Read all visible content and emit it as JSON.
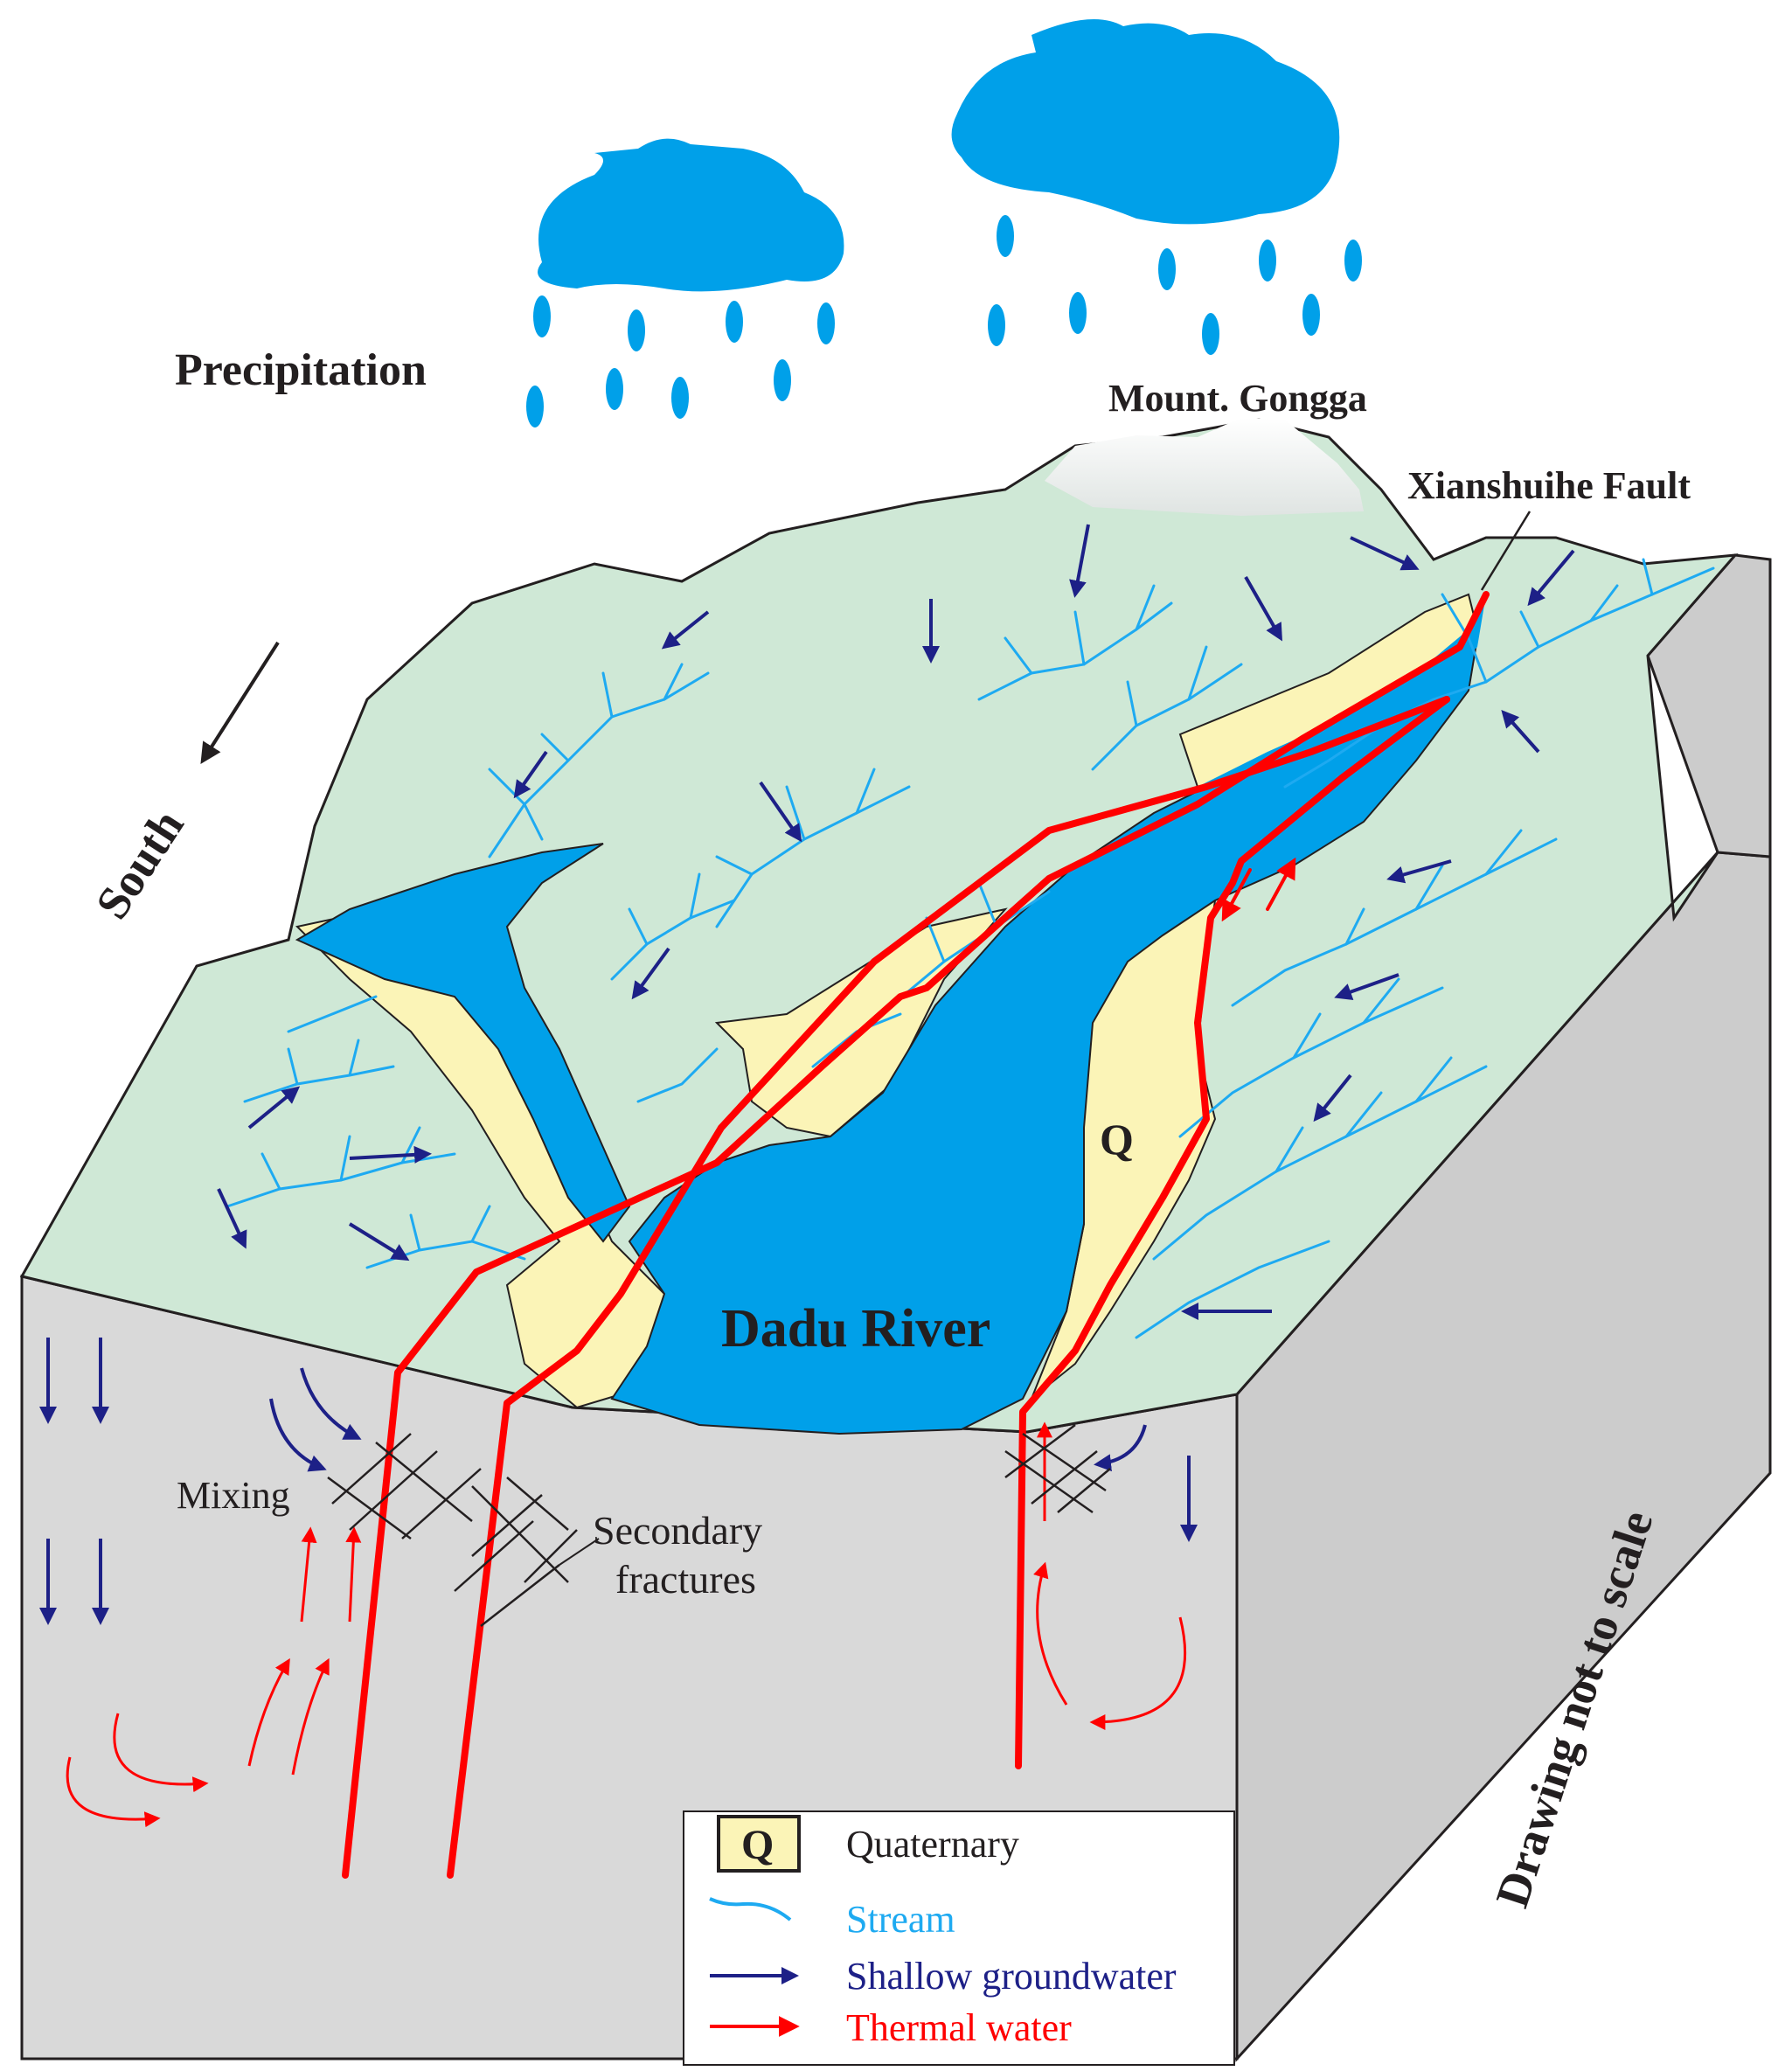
{
  "labels": {
    "precipitation": "Precipitation",
    "mountain": "Mount. Gongga",
    "fault": "Xianshuihe Fault",
    "south": "South",
    "river": "Dadu River",
    "quaternary_mark": "Q",
    "mixing": "Mixing",
    "secondary_line1": "Secondary",
    "secondary_line2": "fractures",
    "scale_note": "Drawing not to scale"
  },
  "legend": {
    "items": [
      {
        "symbol": "Q",
        "label": "Quaternary"
      },
      {
        "label": "Stream"
      },
      {
        "label": "Shallow groundwater"
      },
      {
        "label": "Thermal water"
      }
    ]
  },
  "colors": {
    "cloud": "#00a0e9",
    "river": "#00a0e9",
    "stream": "#1eaaf1",
    "terrain": "#cfe8d6",
    "quaternary": "#fbf4b7",
    "block_side": "#d9d9d9",
    "block_right": "#cccccc",
    "groundwater_arrow": "#1d2087",
    "thermal": "#ff0000",
    "text": "#231f20"
  }
}
